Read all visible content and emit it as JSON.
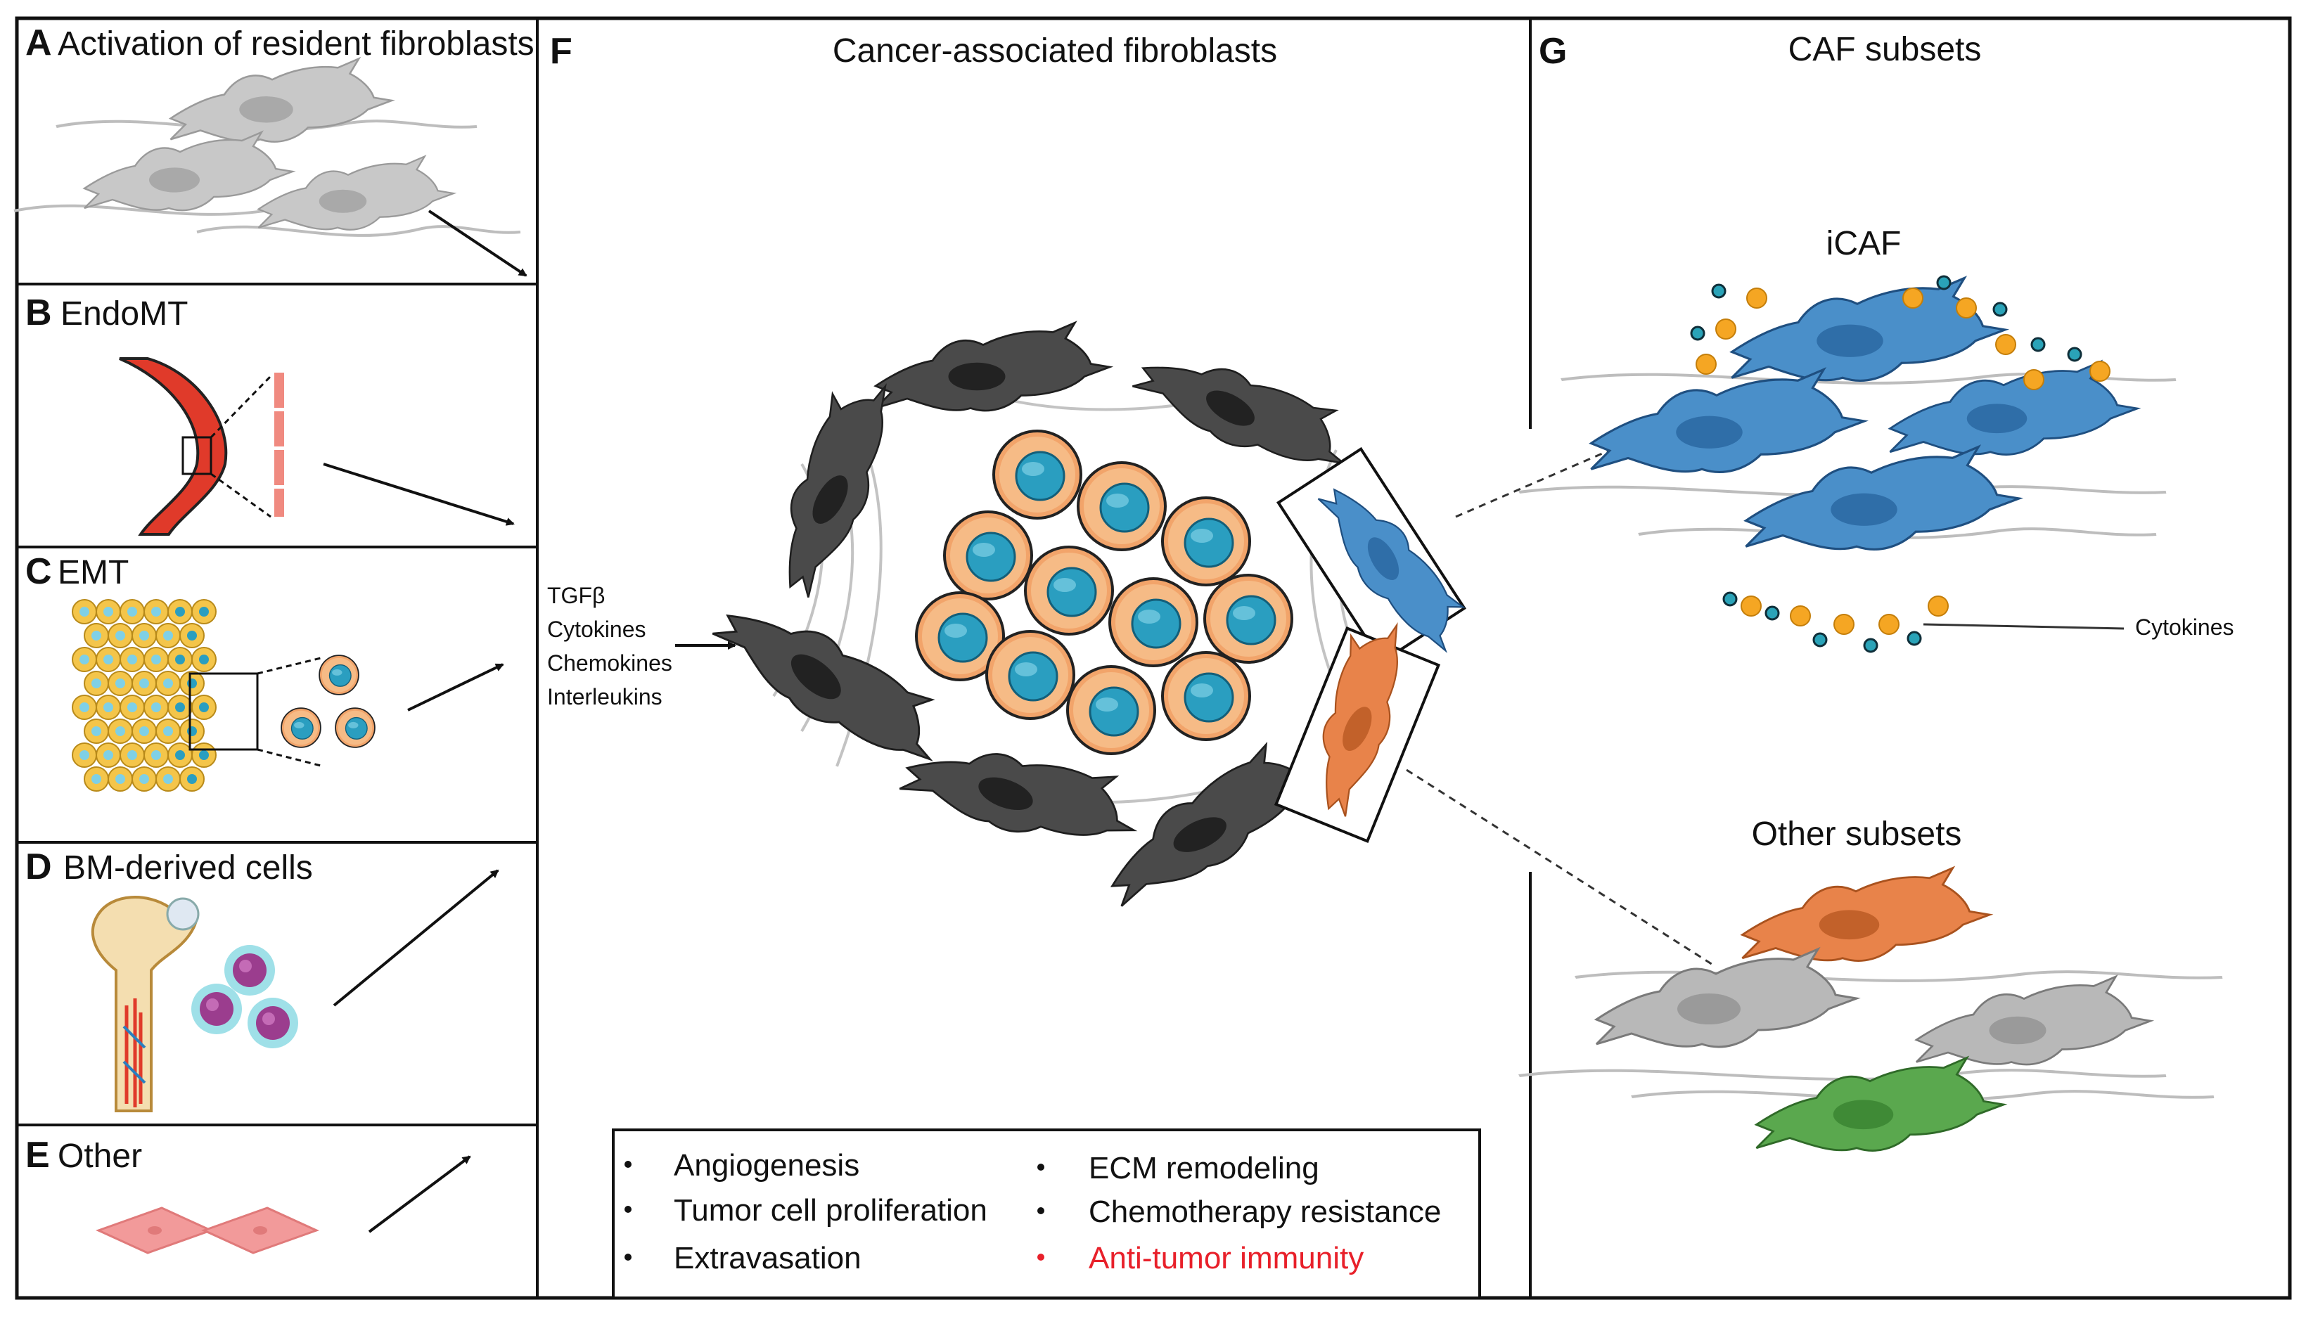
{
  "panels": {
    "A": {
      "letter": "A",
      "label": "Activation of resident fibroblasts"
    },
    "B": {
      "letter": "B",
      "label": "EndoMT"
    },
    "C": {
      "letter": "C",
      "label": "EMT"
    },
    "D": {
      "letter": "D",
      "label": "BM-derived cells"
    },
    "E": {
      "letter": "E",
      "label": "Other"
    },
    "F": {
      "letter": "F",
      "title": "Cancer-associated fibroblasts"
    },
    "G": {
      "letter": "G",
      "title": "CAF subsets"
    }
  },
  "stimuli": [
    "TGFβ",
    "Cytokines",
    "Chemokines",
    "Interleukins"
  ],
  "functions": {
    "left": [
      "Angiogenesis",
      "Tumor cell proliferation",
      "Extravasation"
    ],
    "right": [
      "ECM remodeling",
      "Chemotherapy resistance",
      "Anti-tumor immunity"
    ]
  },
  "subsets": {
    "icaf": "iCAF",
    "cytokines_label": "Cytokines",
    "other": "Other subsets"
  },
  "colors": {
    "fibroblast_gray": "#a9a9a9",
    "caf_dark": "#3a3a3a",
    "icaf_blue": "#4a8fc9",
    "orange_caf": "#e8834a",
    "green_caf": "#5aa84e",
    "tumor_orange": "#f2a46a",
    "tumor_nucleus": "#2a9ec0",
    "vessel_red": "#e03a2a",
    "cytokine_orange": "#f5a623",
    "cytokine_teal": "#2aa3b8",
    "anti_tumor_red": "#e8202a"
  }
}
